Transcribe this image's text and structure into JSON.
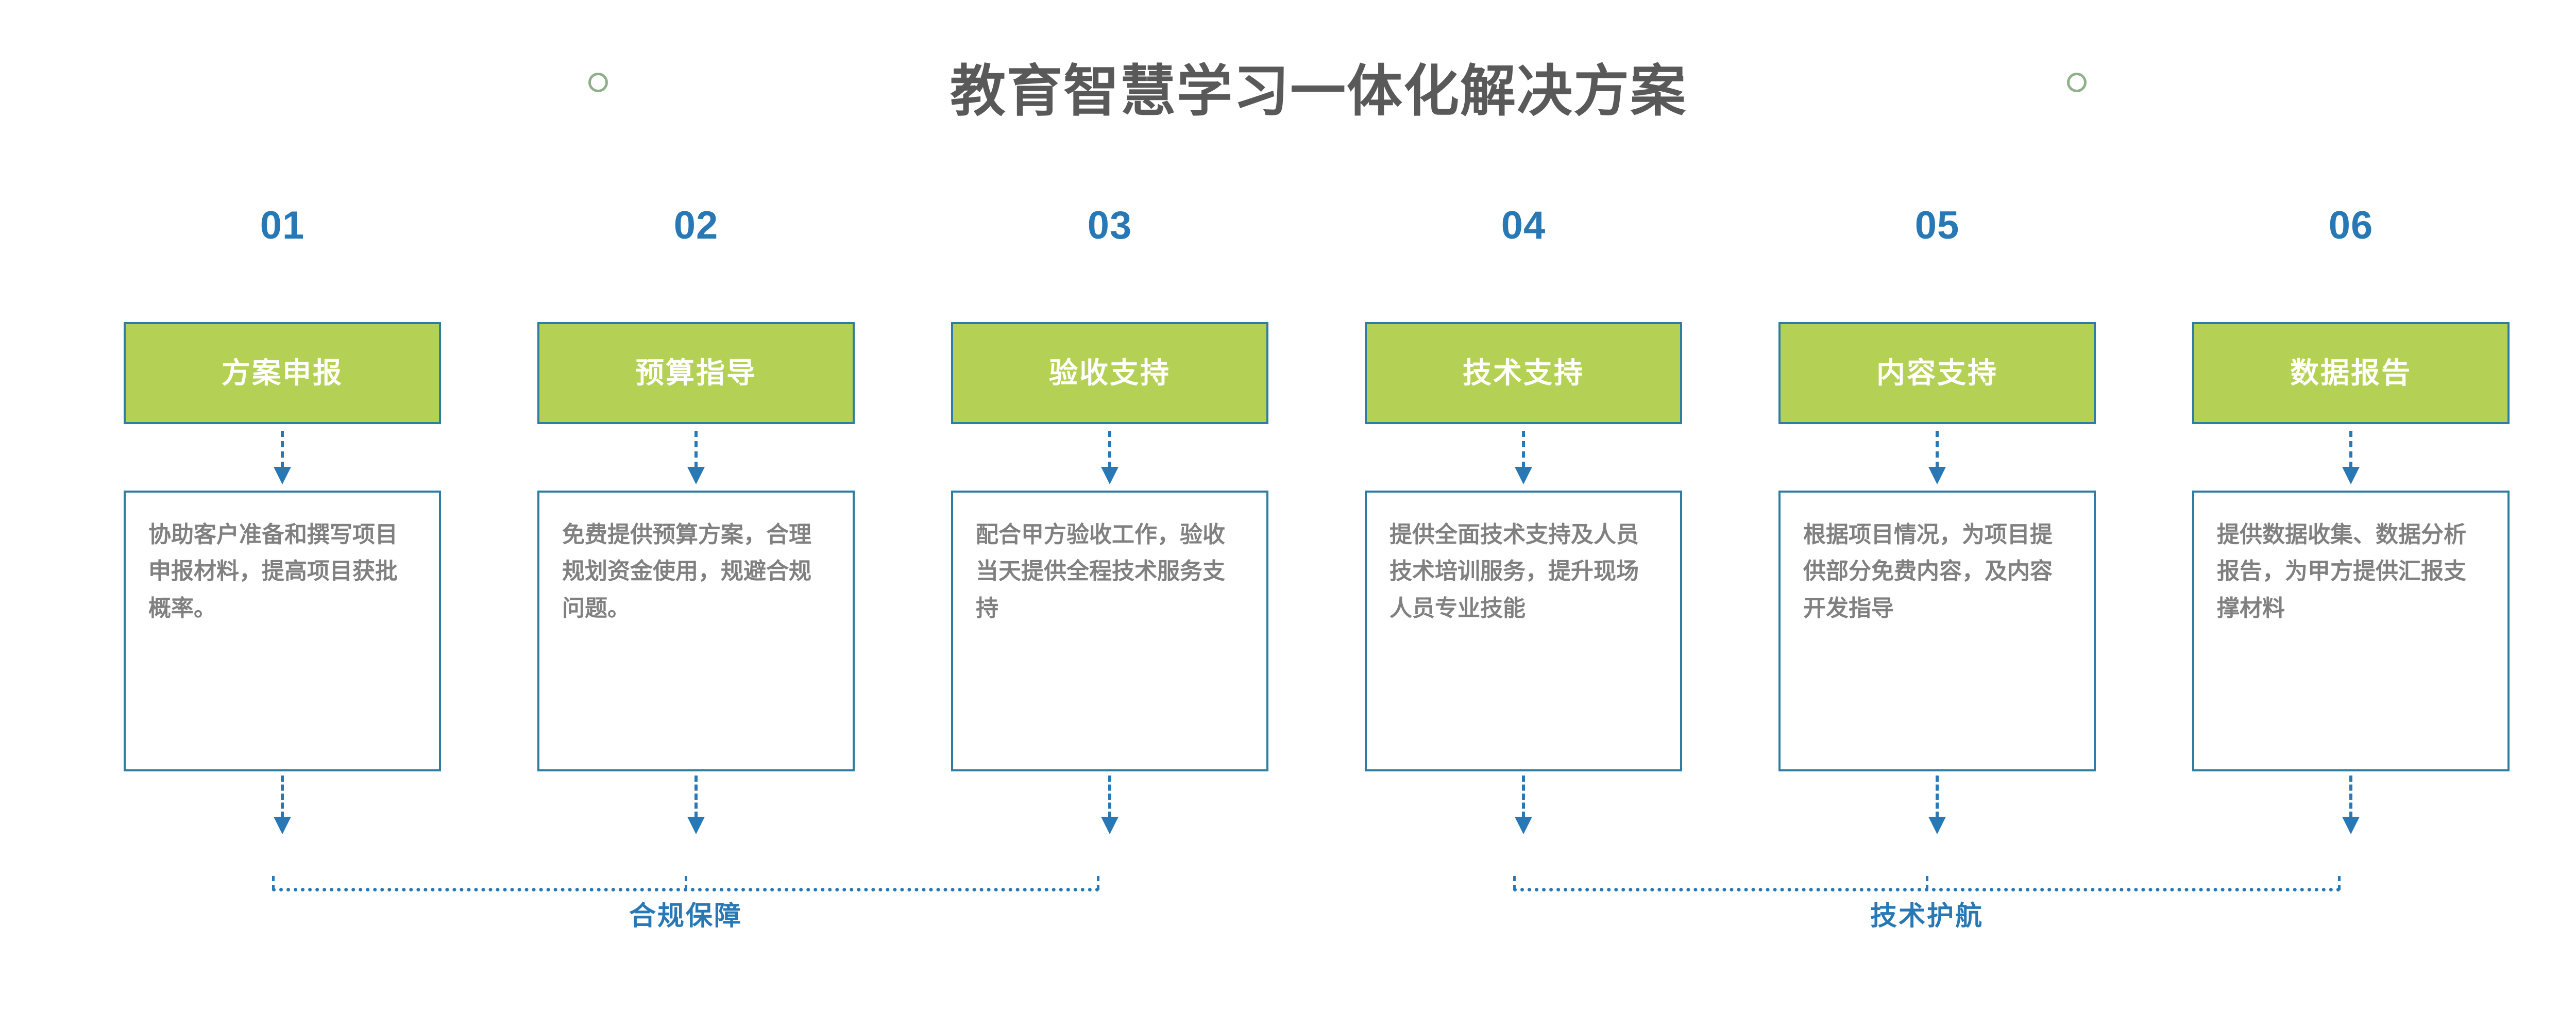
{
  "header": {
    "title": "教育智慧学习一体化解决方案",
    "decoration_circles": [
      {
        "name": "left-circle",
        "color": "#8fb08a"
      },
      {
        "name": "right-circle",
        "color": "#8fb08a"
      }
    ]
  },
  "colors": {
    "title_gray": "#595959",
    "accent_blue": "#2878b5",
    "border_teal": "#2e7ea3",
    "header_green": "#b5d155",
    "body_gray": "#808080",
    "circle_green": "#8fb08a"
  },
  "steps": [
    {
      "number": "01",
      "title": "方案申报",
      "description": "协助客户准备和撰写项目申报材料，提高项目获批概率。"
    },
    {
      "number": "02",
      "title": "预算指导",
      "description": "免费提供预算方案，合理规划资金使用，规避合规问题。"
    },
    {
      "number": "03",
      "title": "验收支持",
      "description": "配合甲方验收工作，验收当天提供全程技术服务支持"
    },
    {
      "number": "04",
      "title": "技术支持",
      "description": "提供全面技术支持及人员技术培训服务，提升现场人员专业技能"
    },
    {
      "number": "05",
      "title": "内容支持",
      "description": "根据项目情况，为项目提供部分免费内容，及内容开发指导"
    },
    {
      "number": "06",
      "title": "数据报告",
      "description": "提供数据收集、数据分析报告，为甲方提供汇报支撑材料"
    }
  ],
  "groups": [
    {
      "label": "合规保障",
      "covers": [
        "01",
        "02",
        "03"
      ]
    },
    {
      "label": "技术护航",
      "covers": [
        "04",
        "05",
        "06"
      ]
    }
  ]
}
